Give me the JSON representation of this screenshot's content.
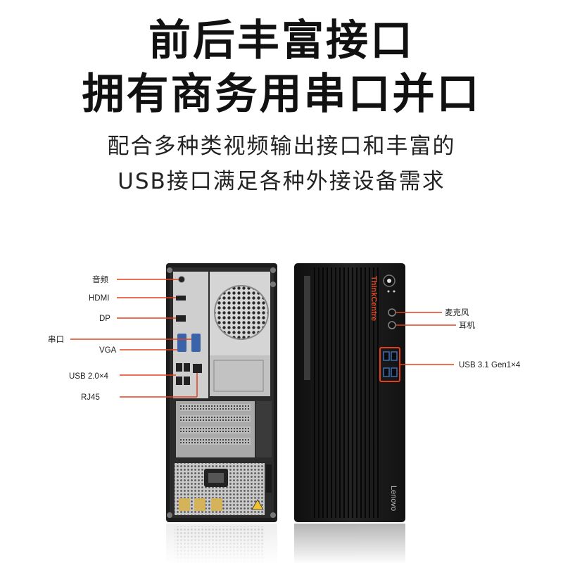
{
  "headline": {
    "line1": "前后丰富接口",
    "line2": "拥有商务用串口并口"
  },
  "subtitle": {
    "line1": "配合多种类视频输出接口和丰富的",
    "line2": "USB接口满足各种外接设备需求"
  },
  "rear_labels": {
    "audio": "音频",
    "hdmi": "HDMI",
    "dp": "DP",
    "serial": "串口",
    "vga": "VGA",
    "usb2": "USB 2.0×4",
    "rj45": "RJ45"
  },
  "front_labels": {
    "mic": "麦克风",
    "headphone": "耳机",
    "usb3": "USB 3.1 Gen1×4"
  },
  "brand": {
    "tower_series": "ThinkCentre",
    "logo": "Lenovo"
  },
  "colors": {
    "accent_line": "#e0401c",
    "chassis": "#1a1a1a",
    "usb_highlight": "#e0401c"
  }
}
